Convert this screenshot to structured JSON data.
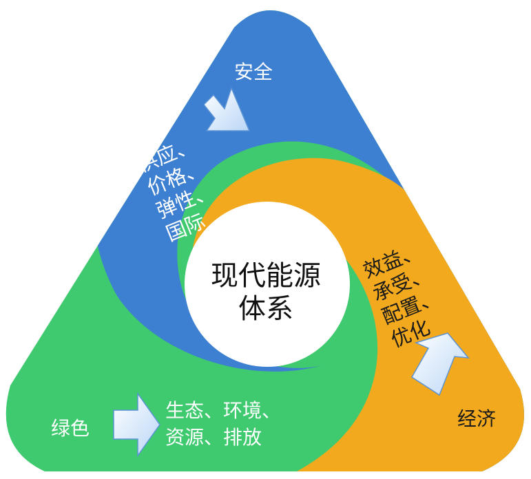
{
  "center": {
    "line1": "现代能源",
    "line2": "体系"
  },
  "sections": {
    "safety": {
      "title": "安全",
      "items": [
        "供应、",
        "价格、",
        "弹性、",
        "国际"
      ]
    },
    "economy": {
      "title": "经济",
      "items": [
        "效益、",
        "承受、",
        "配置、",
        "优化"
      ]
    },
    "green": {
      "title": "绿色",
      "items": [
        "生态、环境、",
        "资源、排放"
      ]
    }
  },
  "colors": {
    "safety": "#3d7fd0",
    "economy": "#f2a91e",
    "green": "#3fca6f",
    "center": "#ffffff",
    "arrow_fill": "#cfe2fa",
    "arrow_stroke": "#5b93d6",
    "dark_text": "#1a1a1a",
    "light_text": "#ffffff"
  }
}
